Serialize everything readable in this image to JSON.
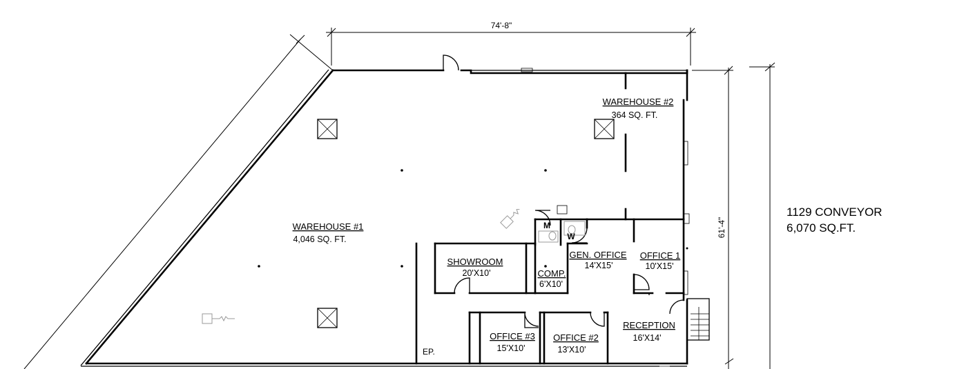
{
  "dimensions": {
    "width": "74'-8\"",
    "height": "61'-4\""
  },
  "building": {
    "address": "1129 CONVEYOR",
    "area": "6,070 SQ.FT."
  },
  "rooms": {
    "warehouse_2": {
      "name": "WAREHOUSE #2",
      "size": "364 SQ. FT."
    },
    "warehouse_1": {
      "name": "WAREHOUSE #1",
      "size": "4,046 SQ. FT."
    },
    "showroom": {
      "name": "SHOWROOM",
      "size": "20'X10'"
    },
    "comp": {
      "name": "COMP.",
      "size": "6'X10'"
    },
    "gen_office": {
      "name": "GEN. OFFICE",
      "size": "14'X15'"
    },
    "office_1": {
      "name": "OFFICE 1",
      "size": "10'X15'"
    },
    "office_3": {
      "name": "OFFICE #3",
      "size": "15'X10'"
    },
    "office_2": {
      "name": "OFFICE #2",
      "size": "13'X10'"
    },
    "reception": {
      "name": "RECEPTION",
      "size": "16'X14'"
    },
    "restroom_m": {
      "name": "M"
    },
    "restroom_w": {
      "name": "W"
    },
    "electrical_panel": {
      "name": "EP."
    }
  },
  "icons": [
    "skylight-icon",
    "column-dot-icon",
    "door-swing-icon",
    "electrical-outlet-icon",
    "stair-icon",
    "toilet-icon"
  ]
}
